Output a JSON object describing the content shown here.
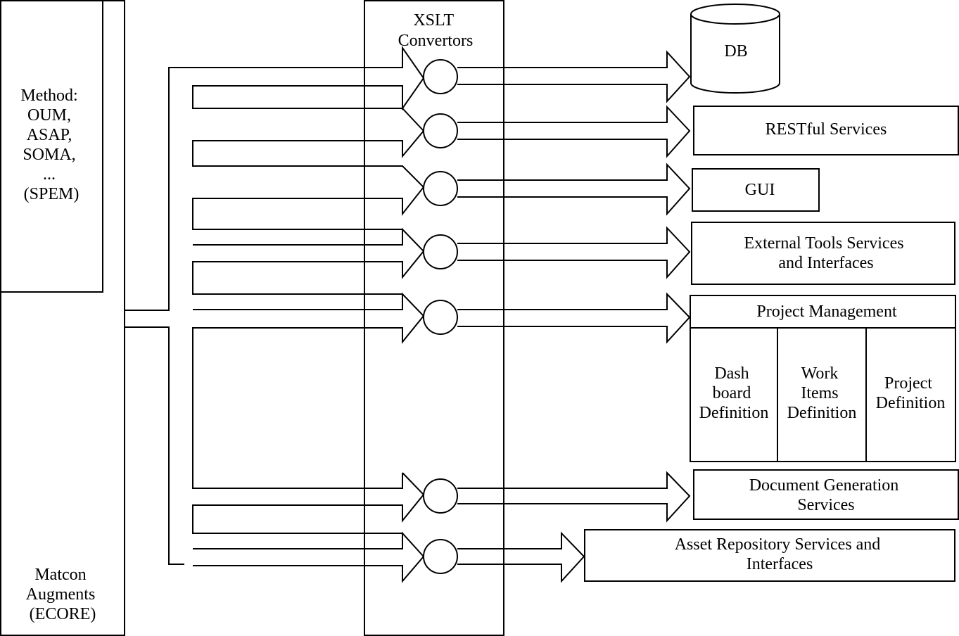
{
  "method_box": {
    "lines": [
      "Method:",
      "OUM,",
      "ASAP,",
      "SOMA,",
      "...",
      "(SPEM)"
    ]
  },
  "matcon_box": {
    "lines": [
      "Matcon",
      "Augments",
      "(ECORE)"
    ]
  },
  "xslt": {
    "lines": [
      "XSLT",
      "Convertors"
    ]
  },
  "db": {
    "label": "DB"
  },
  "restful": {
    "label": "RESTful Services"
  },
  "gui": {
    "label": "GUI"
  },
  "external_tools": {
    "lines": [
      "External Tools Services",
      "and Interfaces"
    ]
  },
  "project_management": {
    "title": "Project Management",
    "columns": [
      {
        "lines": [
          "Dash",
          "board",
          "Definition"
        ]
      },
      {
        "lines": [
          "Work",
          "Items",
          "Definition"
        ]
      },
      {
        "lines": [
          "Project",
          "Definition"
        ]
      }
    ]
  },
  "document_generation": {
    "lines": [
      "Document Generation",
      "Services"
    ]
  },
  "asset_repository": {
    "lines": [
      "Asset Repository Services and",
      "Interfaces"
    ]
  }
}
